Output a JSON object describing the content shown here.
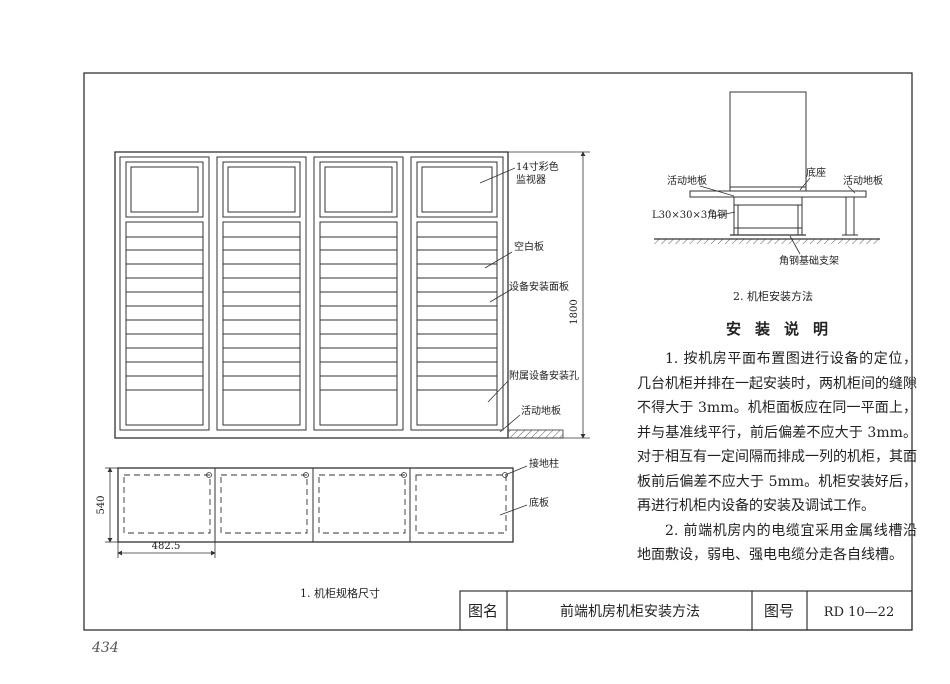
{
  "cabinet_elevation": {
    "labels": {
      "monitor": [
        "14寸彩色",
        "监视器"
      ],
      "blank_panel": "空白板",
      "equipment_panel": "设备安装面板",
      "aux_holes": "附属设备安装孔",
      "raised_floor": "活动地板",
      "height_dim": "1800"
    },
    "cabinet_count": 4
  },
  "cabinet_plan": {
    "labels": {
      "ground_post": "接地柱",
      "base_plate": "底板",
      "depth_dim": "540",
      "width_dim": "482.5"
    }
  },
  "caption_1": "1. 机柜规格尺寸",
  "install_detail": {
    "labels": {
      "raised_floor_left": "活动地板",
      "base": "底座",
      "raised_floor_right": "活动地板",
      "angle_steel": "L30×30×3角钢",
      "support": "角钢基础支架"
    }
  },
  "caption_2": "2. 机柜安装方法",
  "notes": {
    "title": "安装说明",
    "paragraphs": [
      "1. 按机房平面布置图进行设备的定位，几台机柜并排在一起安装时，两机柜间的缝隙不得大于 3mm。机柜面板应在同一平面上，并与基准线平行，前后偏差不应大于 3mm。对于相互有一定间隔而排成一列的机柜，其面板前后偏差不应大于 5mm。机柜安装好后，再进行机柜内设备的安装及调试工作。",
      "2. 前端机房内的电缆宜采用金属线槽沿地面敷设，弱电、强电电缆分走各自线槽。"
    ]
  },
  "title_block": {
    "name_label": "图名",
    "name_value": "前端机房机柜安装方法",
    "number_label": "图号",
    "number_value": "RD 10—22"
  },
  "page_number": "434"
}
